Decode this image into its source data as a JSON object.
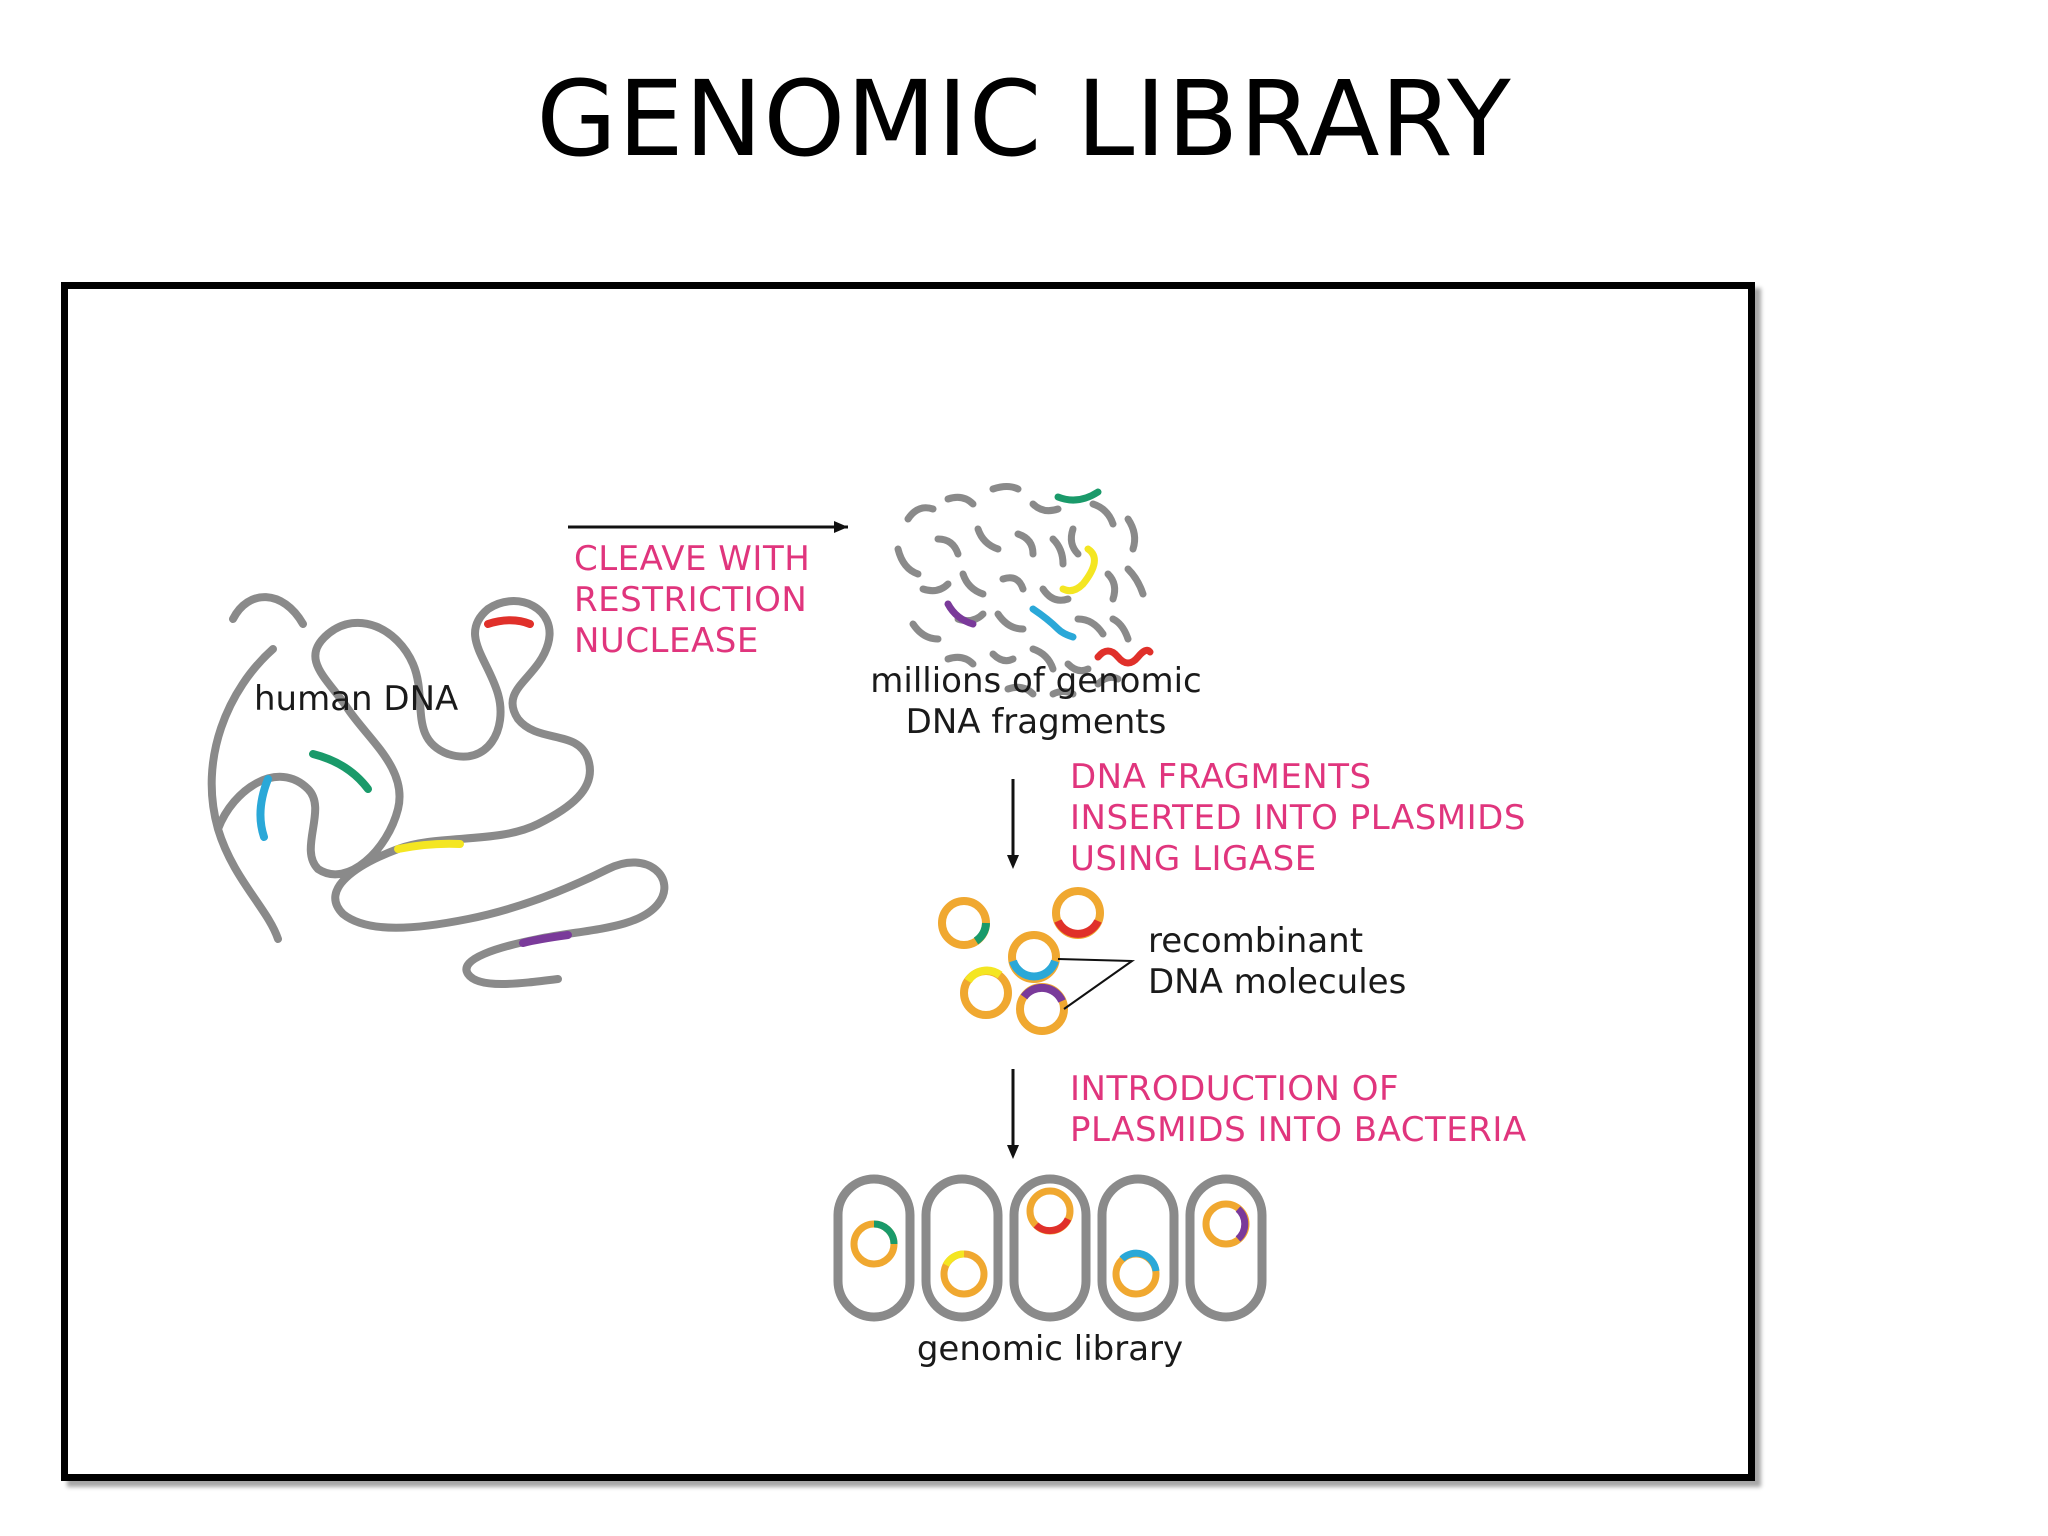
{
  "title": "GENOMIC LIBRARY",
  "labels": {
    "human_dna": "human DNA",
    "step1": [
      "CLEAVE WITH",
      "RESTRICTION",
      "NUCLEASE"
    ],
    "fragments": [
      "millions of genomic",
      "DNA fragments"
    ],
    "step2": [
      "DNA FRAGMENTS",
      "INSERTED INTO PLASMIDS",
      "USING LIGASE"
    ],
    "recombinant": [
      "recombinant",
      "DNA molecules"
    ],
    "step3": [
      "INTRODUCTION OF",
      "PLASMIDS INTO BACTERIA"
    ],
    "library": "genomic library"
  },
  "colors": {
    "dna": "#8a8a8a",
    "plasmid": "#f0a830",
    "step_text": "#e0357d",
    "insert_green": "#1a9a6a",
    "insert_red": "#e0302a",
    "insert_blue": "#2aa8d8",
    "insert_yellow": "#f4e622",
    "insert_purple": "#7a3a9a"
  }
}
